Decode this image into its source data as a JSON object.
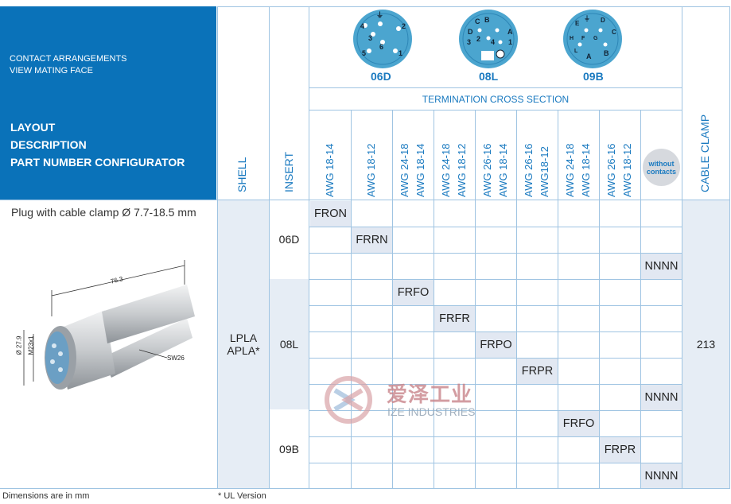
{
  "header": {
    "contact_line1": "CONTACT ARRANGEMENTS",
    "contact_line2": "VIEW MATING FACE",
    "layout": "LAYOUT",
    "description": "DESCRIPTION",
    "configurator": "PART NUMBER CONFIGURATOR",
    "shell": "SHELL",
    "insert": "INSERT",
    "termination": "TERMINATION CROSS SECTION",
    "cable_clamp": "CABLE CLAMP"
  },
  "connectors": [
    {
      "name": "06D",
      "pins": [
        "1",
        "2",
        "3",
        "4",
        "5",
        "6"
      ]
    },
    {
      "name": "08L",
      "pins": [
        "1",
        "2",
        "3",
        "4",
        "A",
        "B",
        "C",
        "D"
      ]
    },
    {
      "name": "09B",
      "pins": [
        "A",
        "B",
        "C",
        "D",
        "E",
        "F",
        "G",
        "H",
        "L"
      ]
    }
  ],
  "awg_columns": [
    [
      "AWG 18-14"
    ],
    [
      "AWG 18-12"
    ],
    [
      "AWG 24-18",
      "AWG 18-14"
    ],
    [
      "AWG 24-18",
      "AWG 18-12"
    ],
    [
      "AWG 26-16",
      "AWG 18-14"
    ],
    [
      "AWG 26-16",
      "AWG18-12"
    ],
    [
      "AWG 24-18",
      "AWG 18-14"
    ],
    [
      "AWG 26-16",
      "AWG 18-12"
    ]
  ],
  "without_contacts": [
    "without",
    "contacts"
  ],
  "body": {
    "description": "Plug with cable clamp Ø 7.7-18.5 mm",
    "shell": "LPLA",
    "shell2": "APLA*",
    "inserts": [
      "06D",
      "08L",
      "09B"
    ],
    "cable_clamp": "213",
    "codes": [
      {
        "row": 0,
        "col": 0,
        "code": "FRON"
      },
      {
        "row": 1,
        "col": 1,
        "code": "FRRN"
      },
      {
        "row": 2,
        "col": 8,
        "code": "NNNN"
      },
      {
        "row": 3,
        "col": 2,
        "code": "FRFO"
      },
      {
        "row": 4,
        "col": 3,
        "code": "FRFR"
      },
      {
        "row": 5,
        "col": 4,
        "code": "FRPO"
      },
      {
        "row": 6,
        "col": 5,
        "code": "FRPR"
      },
      {
        "row": 7,
        "col": 8,
        "code": "NNNN"
      },
      {
        "row": 8,
        "col": 6,
        "code": "FRFO"
      },
      {
        "row": 9,
        "col": 7,
        "code": "FRPR"
      },
      {
        "row": 10,
        "col": 8,
        "code": "NNNN"
      }
    ]
  },
  "drawing": {
    "length": "76.3",
    "diameter": "Ø 27.9",
    "thread": "M23x1",
    "wrench": "SW26"
  },
  "watermark": {
    "cn": "爱泽工业",
    "en": "IZE INDUSTRIES"
  },
  "footer": {
    "dimensions": "Dimensions are in mm",
    "ul": "* UL Version"
  },
  "colors": {
    "accent": "#0a72b9",
    "code_bg": "#e2e8f2",
    "grid": "#9fc4e2",
    "connector": "#4ba5cf"
  }
}
